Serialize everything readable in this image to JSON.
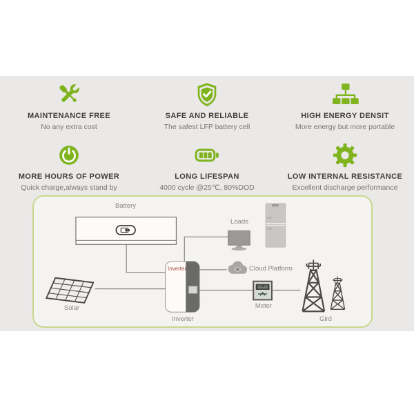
{
  "features": [
    {
      "icon": "tools-icon",
      "title": "MAINTENANCE FREE",
      "desc": "No any extra cost"
    },
    {
      "icon": "shield-check-icon",
      "title": "SAFE AND RELIABLE",
      "desc": "The safest LFP battery cell"
    },
    {
      "icon": "hierarchy-icon",
      "title": "HIGH ENERGY DENSIT",
      "desc": "More energy but more portable"
    },
    {
      "icon": "power-icon",
      "title": "MORE HOURS OF POWER",
      "desc": "Quick charge,always stand by"
    },
    {
      "icon": "battery-icon",
      "title": "LONG LIFESPAN",
      "desc": "4000 cycle @25℃, 80%DOD"
    },
    {
      "icon": "gear-icon",
      "title": "LOW INTERNAL RESISTANCE",
      "desc": "Excellent discharge performance"
    }
  ],
  "diagram": {
    "battery_label": "Battery",
    "loads_label": "Loads",
    "inverter_box_label": "Inverter",
    "inverter_caption": "Inverter",
    "cloud_label": "Cloud Platform",
    "meter_label": "Meter",
    "solar_label": "Solar",
    "grid_label": "Gird"
  },
  "colors": {
    "accent_green": "#80b41e",
    "diagram_border": "#c8d78e",
    "band_background": "#eae9e7",
    "inverter_text_red": "#a8503e",
    "connector_gray": "#8d8b88"
  }
}
